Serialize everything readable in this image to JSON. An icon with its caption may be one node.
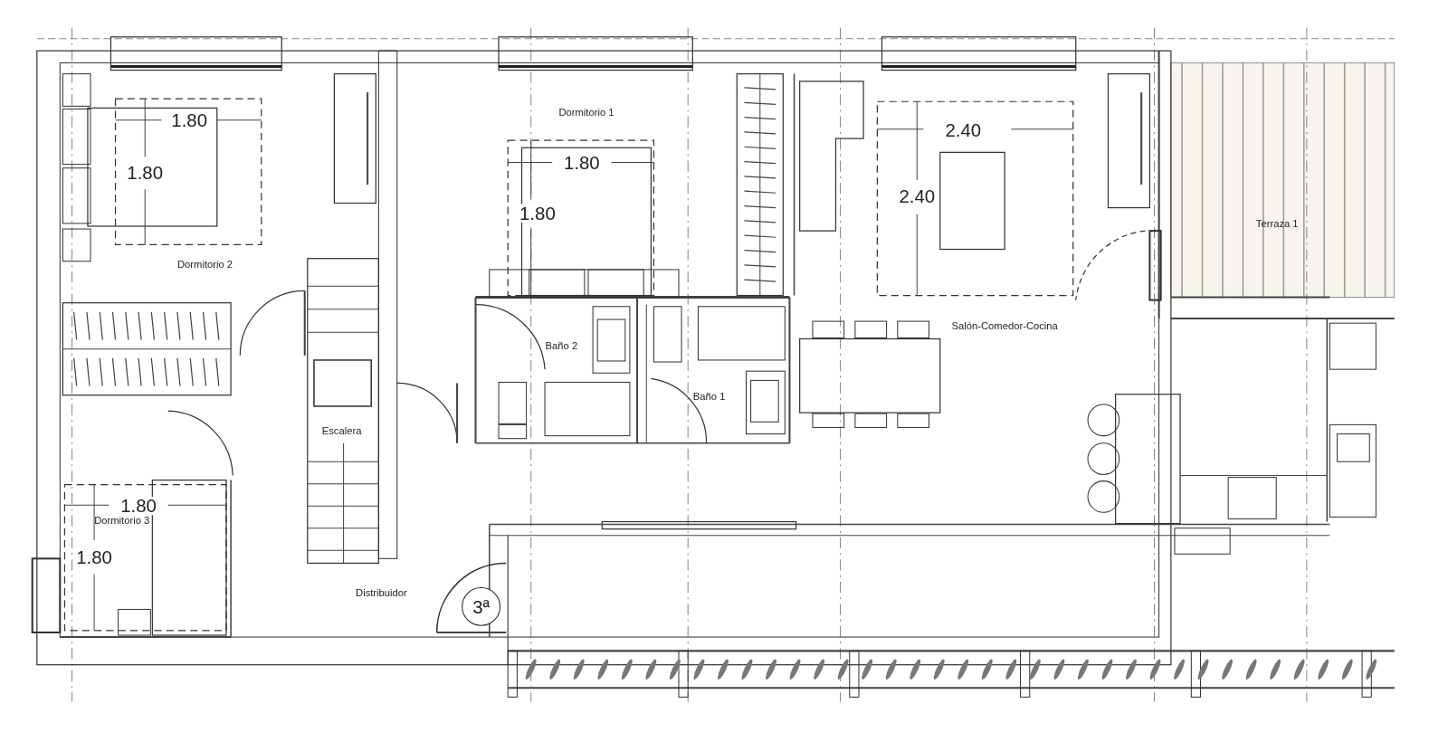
{
  "diagram": {
    "nodes": [
      {
        "text": [
          "3ª"
        ]
      }
    ],
    "labels": [
      "Dormitorio 1",
      "1.80",
      "2.40",
      "1.80",
      "1.80",
      "2.40",
      "1.80",
      "Terraza 1",
      "Dormitorio 2",
      "Salón-Comedor-Cocina",
      "Baño 2",
      "Baño 1",
      "Escalera",
      "1.80",
      "Dormitorio 3",
      "1.80",
      "Distribuidor"
    ]
  }
}
